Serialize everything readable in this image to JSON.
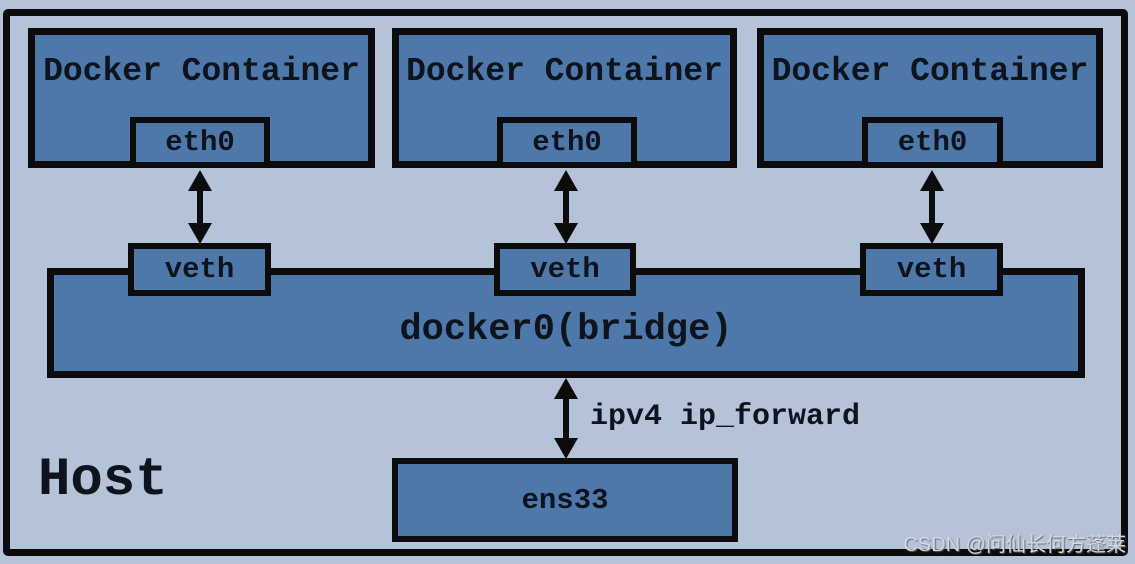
{
  "diagram": {
    "title_semantic": "docker-bridge-network-diagram",
    "host_label": "Host",
    "containers": [
      {
        "title": "Docker Container",
        "interface": "eth0"
      },
      {
        "title": "Docker Container",
        "interface": "eth0"
      },
      {
        "title": "Docker Container",
        "interface": "eth0"
      }
    ],
    "veths": [
      {
        "label": "veth"
      },
      {
        "label": "veth"
      },
      {
        "label": "veth"
      }
    ],
    "bridge_label": "docker0(bridge)",
    "forward_label": "ipv4 ip_forward",
    "nic_label": "ens33",
    "watermark": "CSDN @问仙长何方蓬莱",
    "colors": {
      "background": "#b5c3d8",
      "box_fill": "#4e78aa",
      "border": "#0c0c0c",
      "text": "#0d141d",
      "watermark": "#d4d9e0"
    }
  }
}
